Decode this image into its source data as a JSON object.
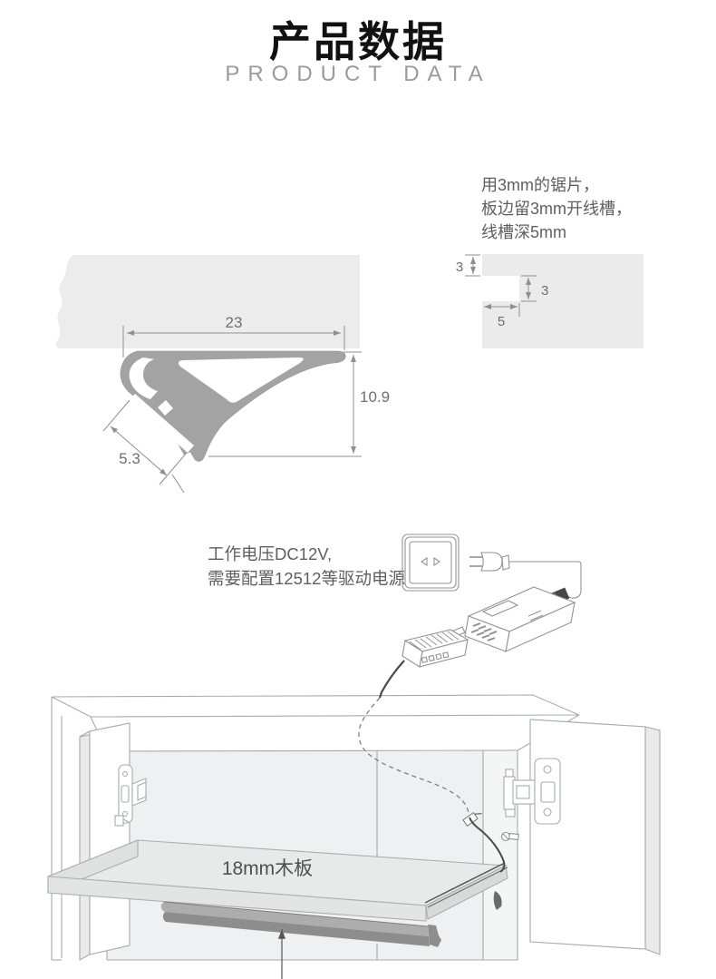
{
  "header": {
    "title": "产品数据",
    "subtitle": "PRODUCT DATA"
  },
  "notes": {
    "groove": {
      "line1": "用3mm的锯片，",
      "line2": "板边留3mm开线槽，",
      "line3": "线槽深5mm"
    },
    "power": {
      "line1": "工作电压DC12V,",
      "line2": "需要配置12512等驱动电源"
    }
  },
  "profile_diagram": {
    "width_mm": "23",
    "height_mm": "10.9",
    "slot_mm": "5.3"
  },
  "groove_diagram": {
    "edge_offset_mm": "3",
    "slot_depth_mm": "3",
    "slot_width_mm": "5"
  },
  "installation_diagram": {
    "shelf_label": "18mm木板"
  },
  "colors": {
    "profile_fill": "#a3a3a3",
    "panel_fill": "#ececec",
    "line_gray": "#a6abae",
    "dim_gray": "#8f8f8f",
    "wire_dark": "#4a4a4a",
    "interior_fill": "#eef0f1",
    "strip_top": "#adadad",
    "strip_bottom": "#8d8d8d",
    "title_color": "#111111",
    "subtitle_color": "#9b9b9b",
    "note_color": "#5f5f5f"
  }
}
